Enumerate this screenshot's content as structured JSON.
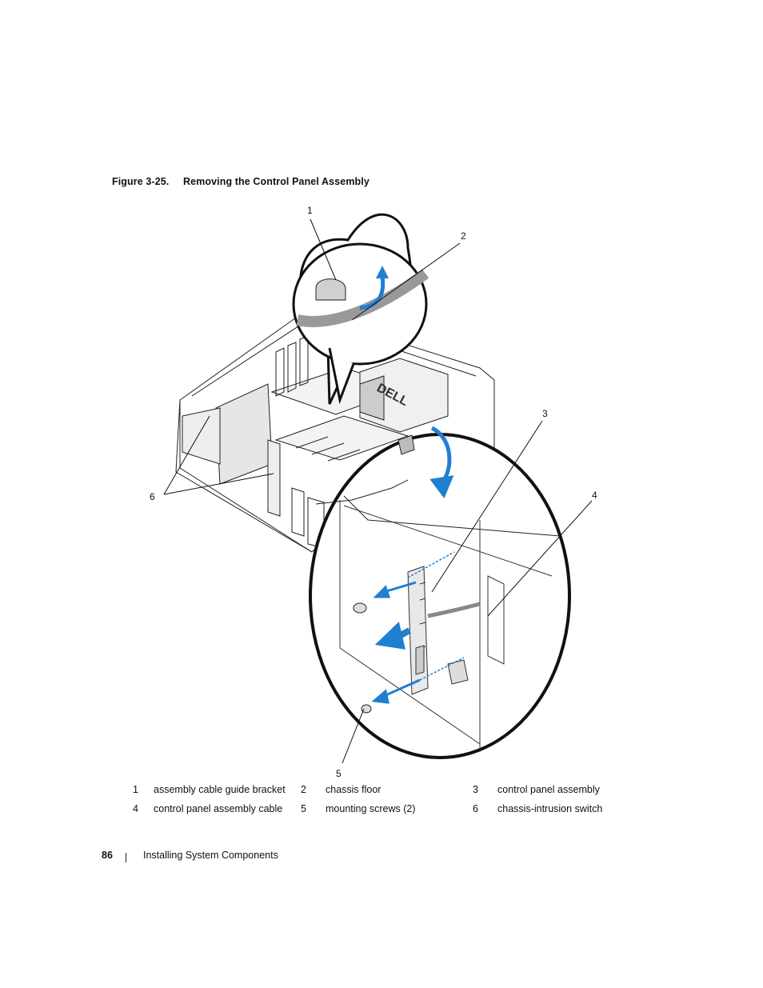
{
  "figure": {
    "number": "Figure 3-25.",
    "title": "Removing the Control Panel Assembly",
    "callouts": [
      "1",
      "2",
      "3",
      "4",
      "5",
      "6"
    ],
    "logo_text": "DELL",
    "arrow_color": "#1f7fd0"
  },
  "legend": [
    {
      "num": "1",
      "label": "assembly cable guide bracket"
    },
    {
      "num": "2",
      "label": "chassis floor"
    },
    {
      "num": "3",
      "label": "control panel assembly"
    },
    {
      "num": "4",
      "label": "control panel assembly cable"
    },
    {
      "num": "5",
      "label": "mounting screws (2)"
    },
    {
      "num": "6",
      "label": "chassis-intrusion switch"
    }
  ],
  "footer": {
    "page_number": "86",
    "section": "Installing System Components"
  }
}
